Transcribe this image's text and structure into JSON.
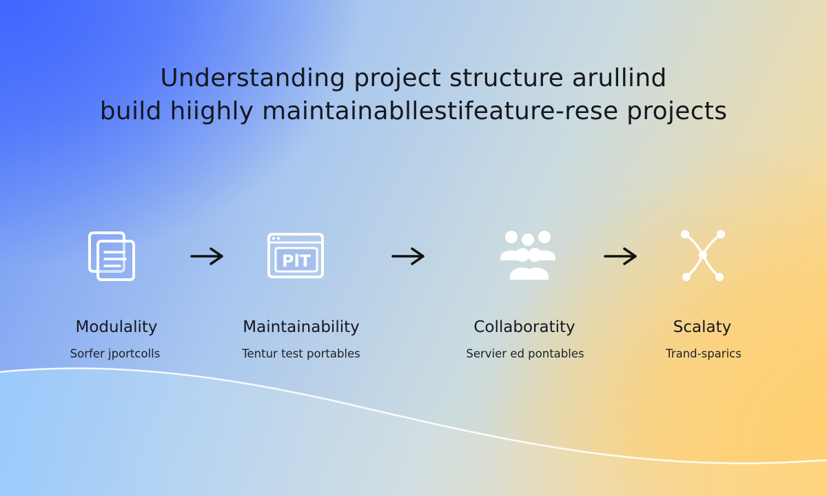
{
  "headline": {
    "line1": "Understanding project structure arullind",
    "line2": "build hiighly maintainabllestifeature-rese projects"
  },
  "steps": [
    {
      "icon": "documents-icon",
      "title": "Modulality",
      "subtitle": "Sorfer jportcolls"
    },
    {
      "icon": "plt-window-icon",
      "title": "Maintainability",
      "subtitle": "Tentur test portables"
    },
    {
      "icon": "people-group-icon",
      "title": "Collaboratity",
      "subtitle": "Servier ed pontables"
    },
    {
      "icon": "network-nodes-icon",
      "title": "Scalaty",
      "subtitle": "Trand-sparics"
    }
  ],
  "icon_text": {
    "window_label": "PlT"
  },
  "colors": {
    "top_left": "#3f66ff",
    "bottom_right": "#ffcf72",
    "icon_white": "#ffffff",
    "text_dark": "#15181f"
  }
}
